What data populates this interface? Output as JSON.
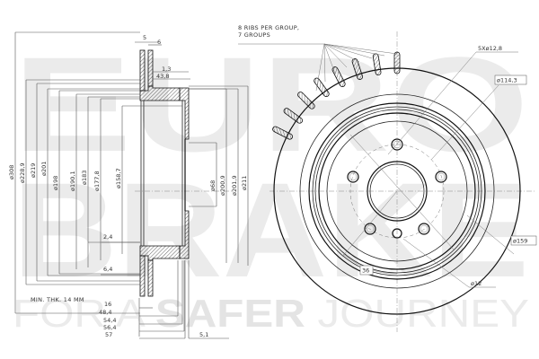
{
  "watermark": {
    "line1": "EURO",
    "line2": "BRAKE",
    "tagline_pre": "FOR A ",
    "tagline_bold": "SAFER",
    "tagline_post": " JOURNEY"
  },
  "section_view": {
    "diameters": [
      {
        "id": "d308",
        "label": "ø308"
      },
      {
        "id": "d228_9",
        "label": "ø228,9"
      },
      {
        "id": "d219",
        "label": "ø219"
      },
      {
        "id": "d201",
        "label": "ø201"
      },
      {
        "id": "d198",
        "label": "ø198"
      },
      {
        "id": "d190_1",
        "label": "ø190,1"
      },
      {
        "id": "d183",
        "label": "ø183"
      },
      {
        "id": "d177_8",
        "label": "ø177,8"
      },
      {
        "id": "d158_7",
        "label": "ø158,7"
      },
      {
        "id": "d68",
        "label": "ø68"
      },
      {
        "id": "d200_9",
        "label": "ø200,9"
      },
      {
        "id": "d201_9",
        "label": "ø201,9"
      },
      {
        "id": "d211",
        "label": "ø211"
      }
    ],
    "top_dims": {
      "d5": "5",
      "d6": "6",
      "d1_3": "1,3",
      "d43_8": "43,8"
    },
    "inner_dims": {
      "d2_4": "2,4",
      "d6_4": "6,4"
    },
    "min_thickness_note": "MIN. THK. 14 MM",
    "bottom_dims": [
      "16",
      "48,4",
      "54,4",
      "56,4",
      "57"
    ],
    "offset_dim": "5,1"
  },
  "face_view": {
    "ribs_note_line1": "8 RIBS PER GROUP,",
    "ribs_note_line2": "7 GROUPS",
    "bolt_holes_label": "5Xø12,8",
    "pcd_label": "ø114,3",
    "d159_label": "ø159",
    "d12_label": "ø12",
    "angle_label": "36"
  },
  "colors": {
    "line": "#111111",
    "dim_line": "#555555",
    "watermark": "#ebebeb",
    "background": "#ffffff"
  }
}
